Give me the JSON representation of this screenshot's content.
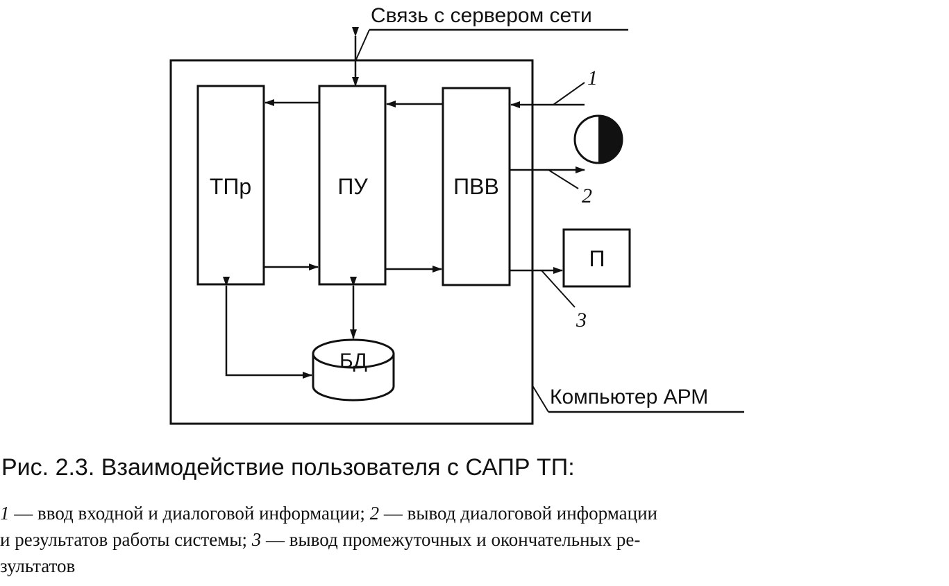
{
  "diagram": {
    "network_label": "Связь с сервером сети",
    "computer_label": "Компьютер АРМ",
    "blocks": {
      "tpr": "ТПр",
      "pu": "ПУ",
      "pvv": "ПВВ",
      "bd": "БД",
      "p": "П"
    },
    "line_numbers": [
      "1",
      "2",
      "3"
    ]
  },
  "caption": {
    "title": "Рис. 2.3. Взаимодействие пользователя с САПР ТП:",
    "line1": {
      "n1": "1",
      "t1": " — ввод входной и диалоговой информации; ",
      "n2": "2",
      "t2": " — вывод диалоговой информации"
    },
    "line2": {
      "t1": "и результатов работы системы; ",
      "n3": "3",
      "t2": " — вывод промежуточных и окончательных ре-"
    },
    "line3": {
      "t1": "зультатов"
    }
  }
}
